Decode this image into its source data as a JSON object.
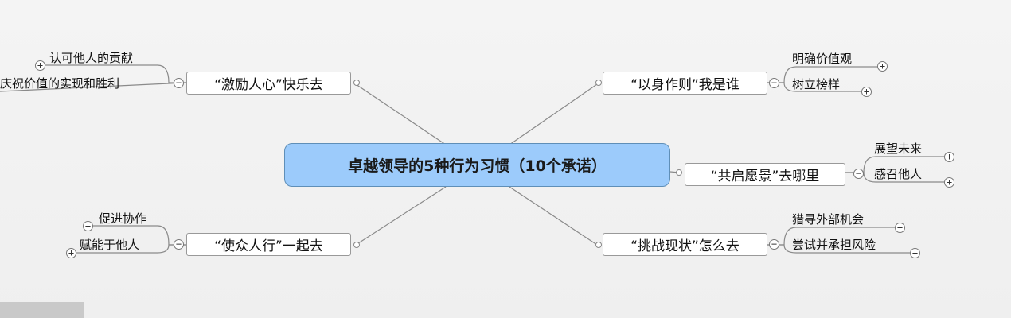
{
  "central": "卓越领导的5种行为习惯（10个承诺）",
  "topics": {
    "inspire": "“激励人心”快乐去",
    "model": "“以身作则”我是谁",
    "vision": "“共启愿景”去哪里",
    "enable": "“使众人行”一起去",
    "challenge": "“挑战现状”怎么去"
  },
  "subtopics": {
    "inspire": [
      "认可他人的贡献",
      "庆祝价值的实现和胜利"
    ],
    "model": [
      "明确价值观",
      "树立榜样"
    ],
    "vision": [
      "展望未来",
      "感召他人"
    ],
    "enable": [
      "促进协作",
      "赋能于他人"
    ],
    "challenge": [
      "猎寻外部机会",
      "尝试并承担风险"
    ]
  },
  "toggles": {
    "expand": "+",
    "collapse": "−"
  }
}
